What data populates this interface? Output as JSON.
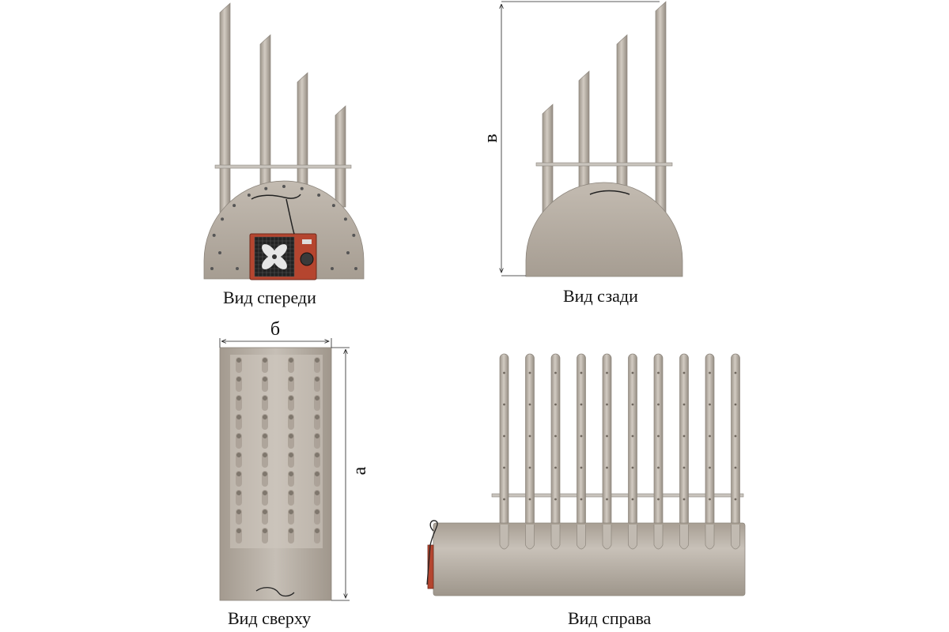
{
  "views": {
    "front": {
      "caption": "Вид спереди"
    },
    "back": {
      "caption": "Вид сзади",
      "dimension_label": "в"
    },
    "top": {
      "caption": "Вид сверху",
      "width_label": "б",
      "length_label": "а"
    },
    "right": {
      "caption": "Вид справа"
    }
  },
  "colors": {
    "body": "#b8afa4",
    "body_shade": "#a39a8f",
    "pipe": "#bdb5aa",
    "pipe_shade": "#9d958b",
    "rod": "#c9c4bd",
    "fan_housing": "#b5452f",
    "fan_inner": "#2a2a2a",
    "dimension_line": "#222222"
  },
  "icons": [
    "fan-icon",
    "power-cable-icon"
  ]
}
